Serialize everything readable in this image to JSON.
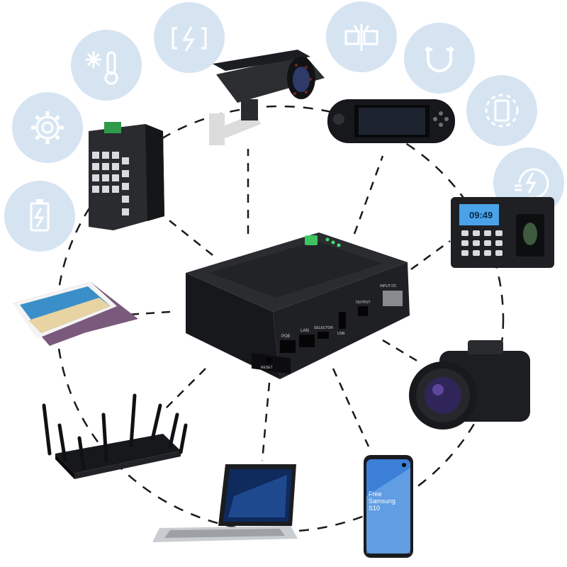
{
  "colors": {
    "bubble_fill": "#d6e4f2",
    "bubble_icon": "#ffffff",
    "device_dark": "#1e1f22",
    "device_mid": "#2c2e33",
    "led_green": "#3fe06a",
    "dash": "#1a1a1a",
    "screen_blue": "#3b7fd6",
    "time_screen": "#4aa3e8"
  },
  "feature_icons": [
    "battery-charge-icon",
    "gear-speed-icon",
    "temperature-snowflake-icon",
    "fast-charge-icon",
    "short-circuit-protection-icon",
    "magnet-icon",
    "rotation-device-icon",
    "power-plug-icon"
  ],
  "ups": {
    "ports": {
      "poe": "POE",
      "lan": "LAN",
      "selector": "SELECTOR",
      "usb": "USB",
      "output": "OUTPUT",
      "input": "INPUT DC",
      "reset": "RESET"
    }
  },
  "time_clock": {
    "display": "09:49"
  },
  "phone": {
    "screen_text": "Free Samsung S10"
  }
}
